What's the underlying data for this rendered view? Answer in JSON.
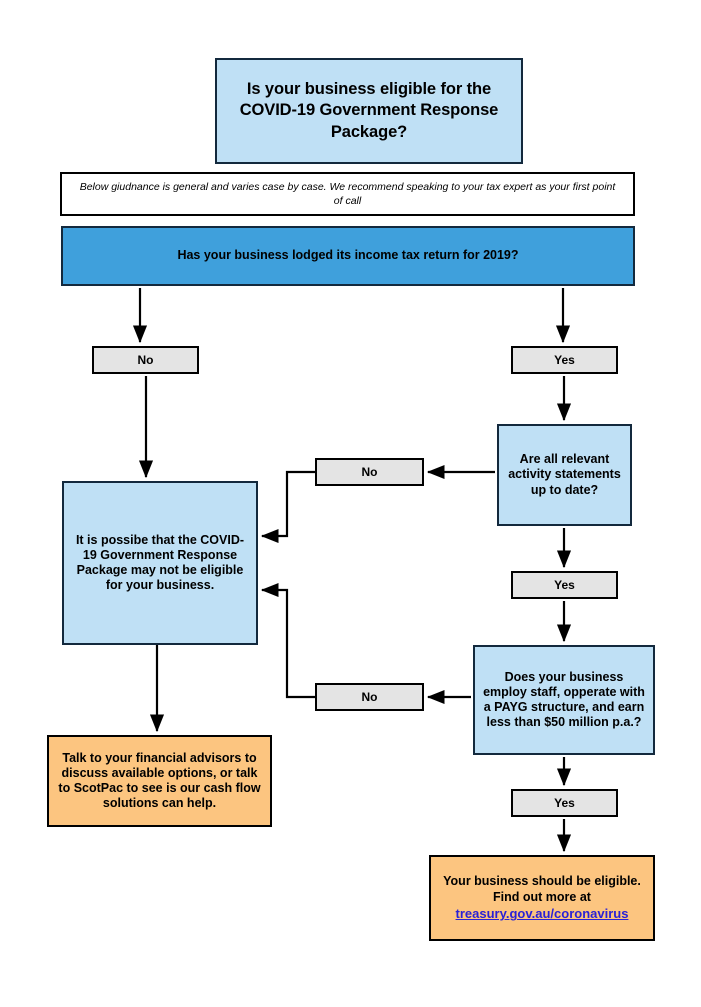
{
  "document": {
    "kind": "flowchart",
    "title": "Is your business eligible for the COVID-19 Government Response Package?"
  },
  "colors": {
    "light_blue": "#bfe0f5",
    "header_blue": "#3fa0dc",
    "orange": "#fcc580",
    "answer_gray": "#e4e4e4",
    "border_dark": "#13293d",
    "border_black": "#000000",
    "link_blue": "#2a21d6"
  },
  "nodes": {
    "title": {
      "text": "Is your business eligible for the COVID-19 Government Response Package?"
    },
    "disclaimer": {
      "text": "Below giudnance is general and varies case by case. We recommend speaking to your tax expert as your first point of call"
    },
    "q1_header": {
      "text": "Has your business lodged its income tax return for 2019?"
    },
    "q1_no": {
      "label": "No"
    },
    "q1_yes": {
      "label": "Yes"
    },
    "q2_activity": {
      "text": "Are all relevant activity statements up to date?"
    },
    "q2_no": {
      "label": "No"
    },
    "q2_yes": {
      "label": "Yes"
    },
    "q3_payg": {
      "text": "Does your business employ staff, opperate with a PAYG structure, and earn less than $50 million p.a.?"
    },
    "q3_no": {
      "label": "No"
    },
    "q3_yes": {
      "label": "Yes"
    },
    "not_eligible": {
      "text": "It is possibe that the COVID-19 Government Response Package may not be eligible for your business."
    },
    "advisors": {
      "text": "Talk to your financial advisors to discuss available options, or talk to ScotPac to see is our cash flow solutions can help."
    },
    "eligible": {
      "line1": "Your business should be eligible.",
      "line2": "Find out more at",
      "link": "treasury.gov.au/coronavirus"
    }
  }
}
